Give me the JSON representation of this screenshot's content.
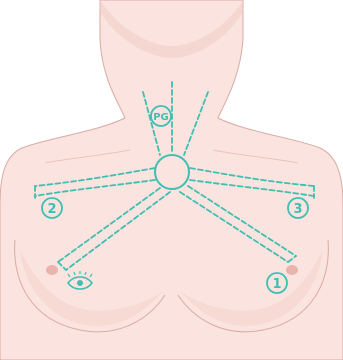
{
  "colors": {
    "skin": "#fbe4df",
    "skin_shadow": "#f2cfc8",
    "outline": "#d9aaa2",
    "nipple": "#e8b4ad",
    "accent": "#3fbfb2"
  },
  "markers": {
    "pg": "PG",
    "site_1": "1",
    "site_2": "2",
    "site_3": "3"
  },
  "icons": {
    "eye": "eye-icon"
  }
}
